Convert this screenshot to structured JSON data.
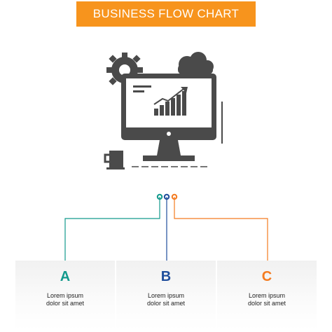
{
  "title": "BUSINESS FLOW CHART",
  "colors": {
    "banner": "#f7941d",
    "teal": "#139a8d",
    "navy": "#1f4e9c",
    "orange": "#f47b20",
    "icon": "#4a4a4a"
  },
  "illustration": {
    "icons": [
      "gear-icon",
      "cloud-icon",
      "monitor-icon",
      "bar-chart-icon",
      "coffee-mug-icon"
    ]
  },
  "steps": [
    {
      "letter": "A",
      "line1": "Lorem ipsum",
      "line2": "dolor sit amet",
      "color": "#139a8d"
    },
    {
      "letter": "B",
      "line1": "Lorem ipsum",
      "line2": "dolor sit amet",
      "color": "#1f4e9c"
    },
    {
      "letter": "C",
      "line1": "Lorem ipsum",
      "line2": "dolor sit amet",
      "color": "#f47b20"
    }
  ]
}
